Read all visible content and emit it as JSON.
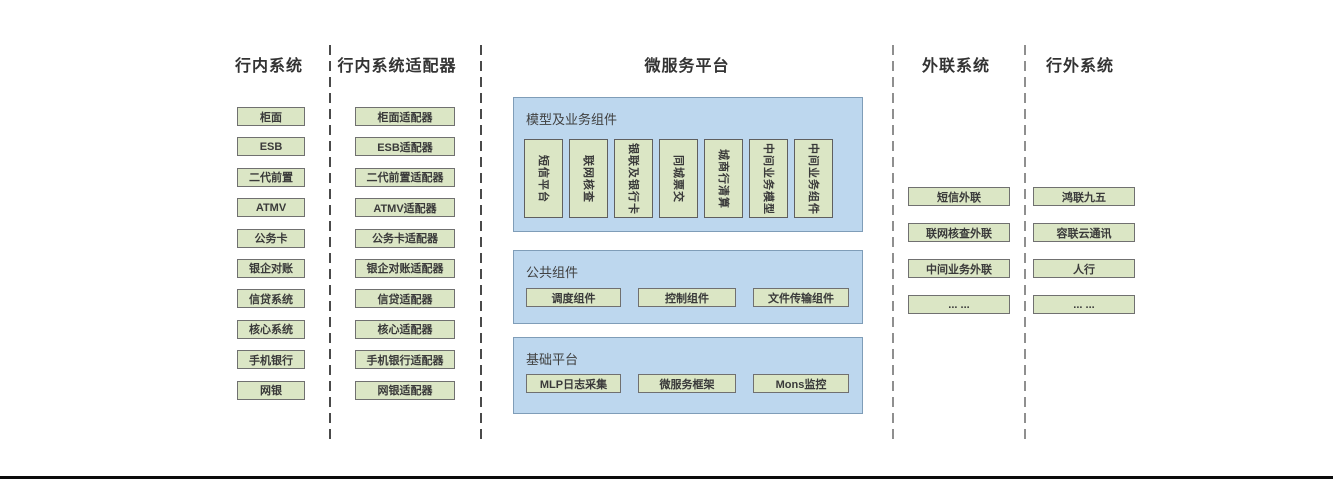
{
  "colors": {
    "box_fill": "#dbe6c5",
    "box_border": "#707070",
    "panel_fill": "#bdd7ee",
    "panel_border": "#7f9db8",
    "divider_dark": "#4a4a4a",
    "divider_light": "#8f8f8f",
    "text": "#3a3a3a",
    "bottom_line": "#0a0a0a"
  },
  "columns": [
    {
      "title": "行内系统",
      "items": [
        "柜面",
        "ESB",
        "二代前置",
        "ATMV",
        "公务卡",
        "银企对账",
        "信贷系统",
        "核心系统",
        "手机银行",
        "网银"
      ]
    },
    {
      "title": "行内系统适配器",
      "items": [
        "柜面适配器",
        "ESB适配器",
        "二代前置适配器",
        "ATMV适配器",
        "公务卡适配器",
        "银企对账适配器",
        "信贷适配器",
        "核心适配器",
        "手机银行适配器",
        "网银适配器"
      ]
    },
    {
      "title": "微服务平台",
      "panels": [
        {
          "title": "模型及业务组件",
          "items": [
            "短信平台",
            "联网核查",
            "银联及银行卡",
            "同城票交",
            "城商行清算",
            "中间业务模型",
            "中间业务组件"
          ]
        },
        {
          "title": "公共组件",
          "items": [
            "调度组件",
            "控制组件",
            "文件传输组件"
          ]
        },
        {
          "title": "基础平台",
          "items": [
            "MLP日志采集",
            "微服务框架",
            "Mons监控"
          ]
        }
      ]
    },
    {
      "title": "外联系统",
      "items": [
        "短信外联",
        "联网核查外联",
        "中间业务外联",
        "... ..."
      ]
    },
    {
      "title": "行外系统",
      "items": [
        "鸿联九五",
        "容联云通讯",
        "人行",
        "... ..."
      ]
    }
  ]
}
